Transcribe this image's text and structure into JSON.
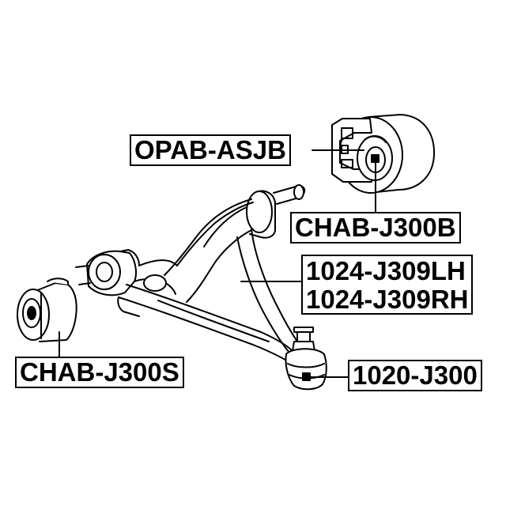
{
  "labels": {
    "opab_asjb": "OPAB-ASJB",
    "chab_j300b": "CHAB-J300B",
    "arm_lh": "1024-J309LH",
    "arm_rh": "1024-J309RH",
    "chab_j300s": "CHAB-J300S",
    "joint": "1020-J300"
  },
  "colors": {
    "line": "#000000",
    "background": "#ffffff"
  },
  "icons": [
    "rear-bushing-icon",
    "front-bushing-icon",
    "control-arm-icon",
    "ball-joint-icon"
  ]
}
